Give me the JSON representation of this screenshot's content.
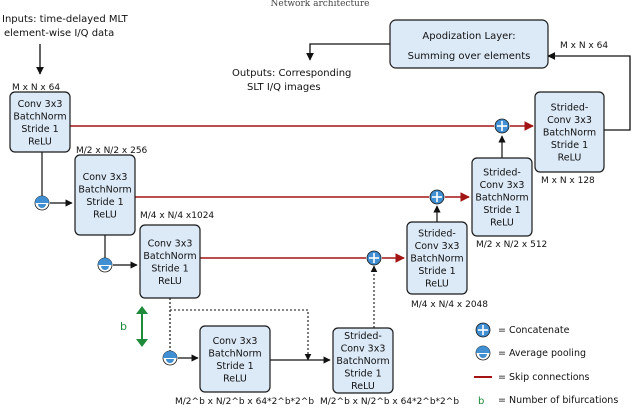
{
  "top_caption": "Network architecture",
  "inputs": {
    "line1": "Inputs: time-delayed MLT",
    "line2": "element-wise I/Q data"
  },
  "outputs": {
    "line1": "Outputs: Corresponding",
    "line2": "SLT I/Q images"
  },
  "apodization": {
    "title": "Apodization Layer:",
    "subtitle": "Summing over elements"
  },
  "blocks": {
    "enc1": [
      "Conv 3x3",
      "BatchNorm",
      "Stride 1",
      "ReLU"
    ],
    "enc2": [
      "Conv 3x3",
      "BatchNorm",
      "Stride 1",
      "ReLU"
    ],
    "enc3": [
      "Conv 3x3",
      "BatchNorm",
      "Stride 1",
      "ReLU"
    ],
    "bottom1": [
      "Conv 3x3",
      "BatchNorm",
      "Stride 1",
      "ReLU"
    ],
    "bottom2": [
      "Strided-",
      "Conv 3x3",
      "BatchNorm",
      "Stride 1",
      "ReLU"
    ],
    "dec3": [
      "Strided-",
      "Conv 3x3",
      "BatchNorm",
      "Stride 1",
      "ReLU"
    ],
    "dec2": [
      "Strided-",
      "Conv 3x3",
      "BatchNorm",
      "Stride 1",
      "ReLU"
    ],
    "dec1": [
      "Strided-",
      "Conv 3x3",
      "BatchNorm",
      "Stride 1",
      "ReLU"
    ]
  },
  "dims": {
    "enc1": "M x N x 64",
    "enc2": "M/2 x N/2 x 256",
    "enc3": "M/4 x N/4 x1024",
    "bottom1": "M/2^b x N/2^b x 64*2^b*2^b",
    "bottom2": "M/2^b x N/2^b x 64*2^b*2^b",
    "dec3": "M/4 x N/4 x 2048",
    "dec2": "M/2 x N/2 x 512",
    "dec1": "M x N x 128",
    "apod_in": "M x N x 64"
  },
  "b_label": "b",
  "legend": [
    {
      "key": "concat",
      "text": "= Concatenate"
    },
    {
      "key": "pool",
      "text": "= Average pooling"
    },
    {
      "key": "skip",
      "text": "= Skip connections"
    },
    {
      "key": "bif",
      "sym": "b",
      "text": "= Number of bifurcations"
    }
  ],
  "colors": {
    "skip": "#a31515",
    "node": "#3f8fd2",
    "block_fill": "#dce9f7",
    "b_green": "#1f8a3a"
  },
  "icons": {
    "concat": "plus-circle-icon",
    "pool": "half-circle-icon"
  }
}
